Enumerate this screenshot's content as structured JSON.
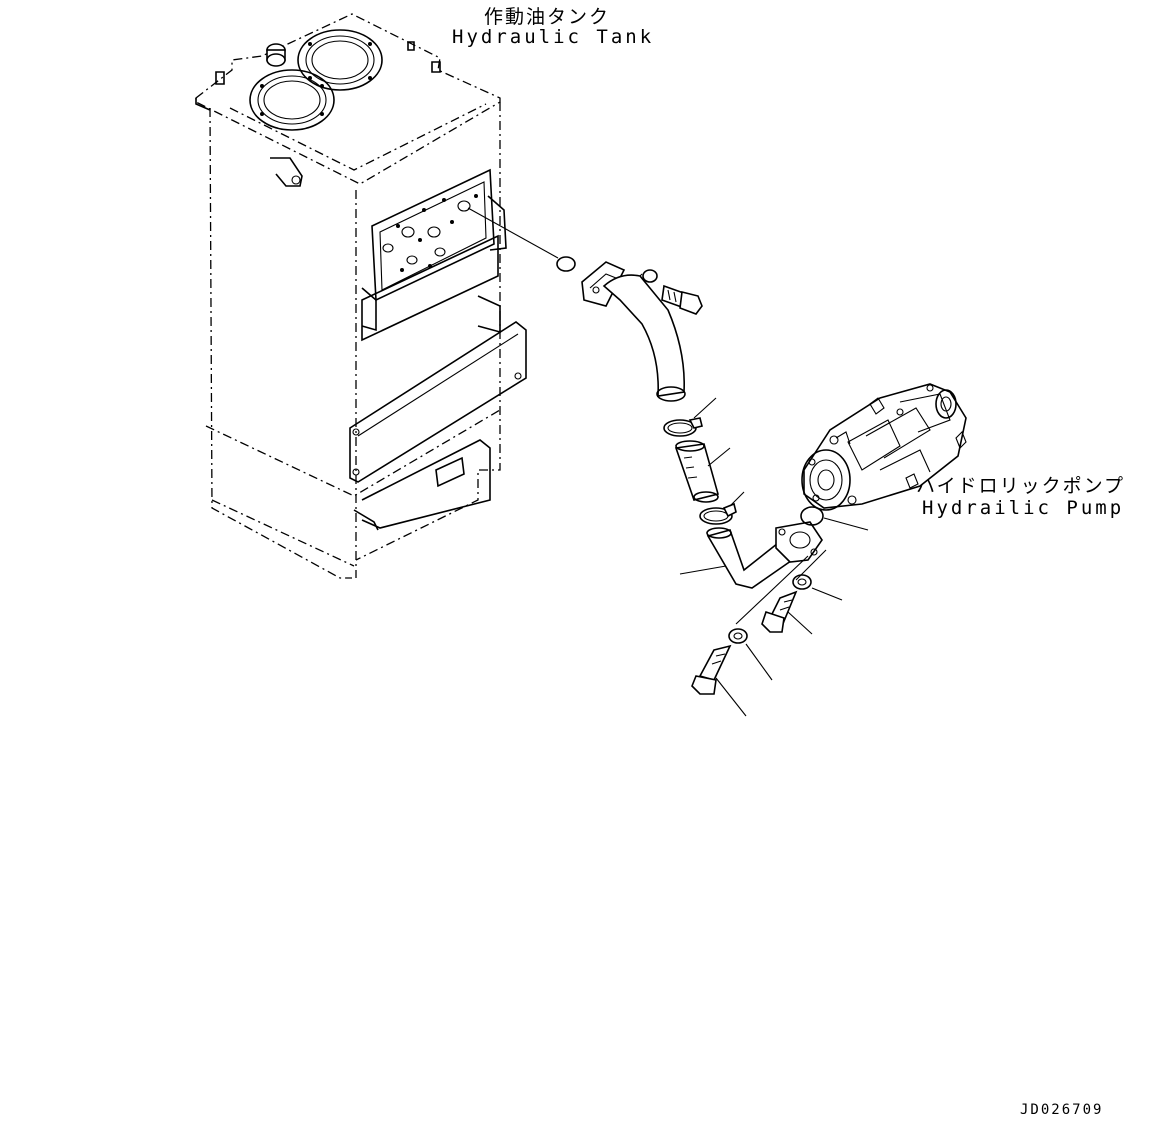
{
  "labels": {
    "tank_jp": "作動油タンク",
    "tank_en": "Hydraulic Tank",
    "pump_jp": "ハイドロリックポンプ",
    "pump_en": "Hydrailic Pump",
    "drawing_code": "JD026709"
  }
}
